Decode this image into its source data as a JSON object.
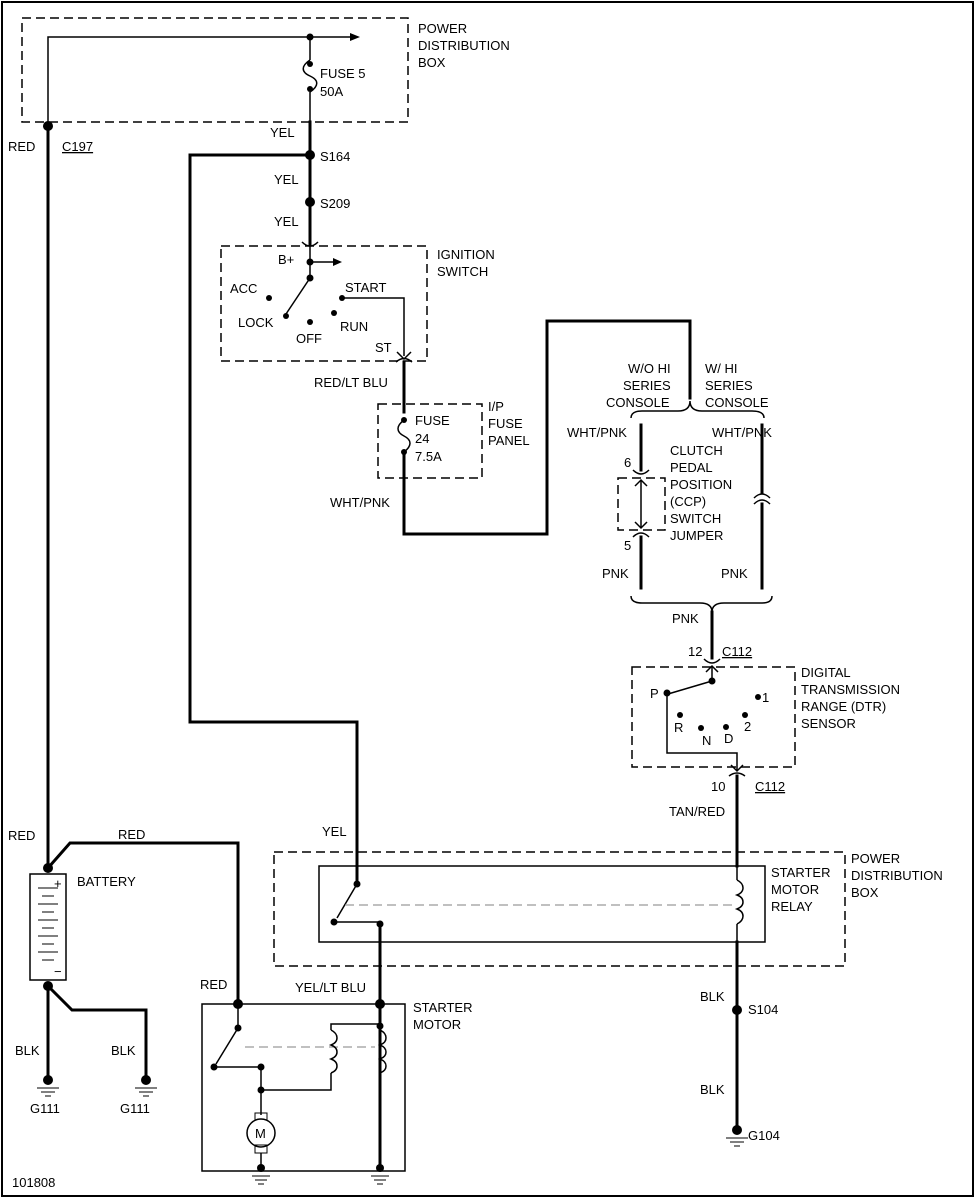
{
  "figure_number": "101808",
  "power_distribution_box": {
    "label_lines": [
      "POWER",
      "DISTRIBUTION",
      "BOX"
    ],
    "fuse": {
      "lines": [
        "FUSE 5",
        "50A"
      ]
    }
  },
  "connectors": {
    "c197": "C197",
    "c112_top": "C112",
    "c112_bottom": "C112",
    "pin_12": "12",
    "pin_10": "10",
    "pin_6": "6",
    "pin_5": "5"
  },
  "splices": {
    "s164": "S164",
    "s209": "S209",
    "s104": "S104"
  },
  "wires": {
    "red_main": "RED",
    "yel_1": "YEL",
    "yel_2": "YEL",
    "yel_3": "YEL",
    "red_lt_blu": "RED/LT BLU",
    "wht_pnk_fuse": "WHT/PNK",
    "wht_pnk_left": "WHT/PNK",
    "wht_pnk_right": "WHT/PNK",
    "pnk_left": "PNK",
    "pnk_right": "PNK",
    "pnk_merge": "PNK",
    "tan_red": "TAN/RED",
    "red_battery_left": "RED",
    "red_battery_top": "RED",
    "yel_relay": "YEL",
    "red_starter": "RED",
    "yel_lt_blu": "YEL/LT BLU",
    "blk_g111_a": "BLK",
    "blk_g111_b": "BLK",
    "blk_s104_top": "BLK",
    "blk_s104_bottom": "BLK"
  },
  "ignition_switch": {
    "label_lines": [
      "IGNITION",
      "SWITCH"
    ],
    "positions": {
      "b_plus": "B+",
      "acc": "ACC",
      "lock": "LOCK",
      "off": "OFF",
      "run": "RUN",
      "start": "START",
      "st": "ST"
    }
  },
  "ip_fuse_panel": {
    "label_lines": [
      "I/P",
      "FUSE",
      "PANEL"
    ],
    "fuse_lines": [
      "FUSE",
      "24",
      "7.5A"
    ]
  },
  "console_options": {
    "without": [
      "W/O HI",
      "SERIES",
      "CONSOLE"
    ],
    "with": [
      "W/ HI",
      "SERIES",
      "CONSOLE"
    ]
  },
  "ccp_switch_jumper": {
    "label_lines": [
      "CLUTCH",
      "PEDAL",
      "POSITION",
      "(CCP)",
      "SWITCH",
      "JUMPER"
    ]
  },
  "dtr_sensor": {
    "label_lines": [
      "DIGITAL",
      "TRANSMISSION",
      "RANGE (DTR)",
      "SENSOR"
    ],
    "positions": {
      "p": "P",
      "r": "R",
      "n": "N",
      "d": "D",
      "two": "2",
      "one": "1"
    }
  },
  "power_distribution_box_2": {
    "label_lines": [
      "POWER",
      "DISTRIBUTION",
      "BOX"
    ],
    "relay_lines": [
      "STARTER",
      "MOTOR",
      "RELAY"
    ]
  },
  "battery": {
    "label": "BATTERY",
    "plus": "+",
    "minus": "−"
  },
  "starter_motor": {
    "label_lines": [
      "STARTER",
      "MOTOR"
    ],
    "motor_symbol": "M"
  },
  "grounds": {
    "g111_a": "G111",
    "g111_b": "G111",
    "g104": "G104"
  }
}
